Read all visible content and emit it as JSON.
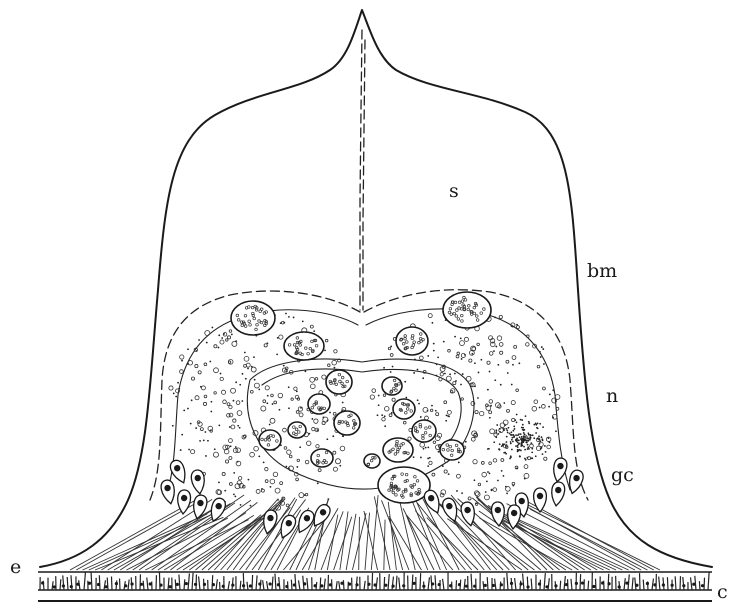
{
  "figure": {
    "labels": {
      "s": "s",
      "bm": "bm",
      "n": "n",
      "gc": "gc",
      "e": "e",
      "c": "c"
    }
  }
}
